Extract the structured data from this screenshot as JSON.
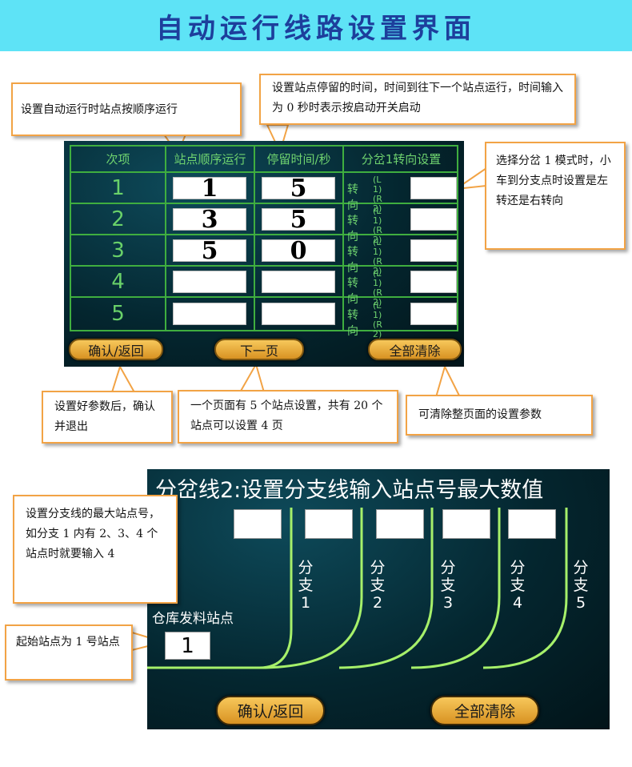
{
  "header": {
    "title": "自动运行线路设置界面"
  },
  "callouts": {
    "auto_run": "设置自动运行时站点按顺序运行",
    "dwell": "设置站点停留的时间，时间到往下一个站点运行，时间输入为 0 秒时表示按启动开关启动",
    "branch_mode": "选择分岔 1 模式时，小车到分支点时设置是左转还是右转向",
    "confirm": "设置好参数后，确认并退出",
    "next_page": "一个页面有 5 个站点设置，共有 20 个站点可以设置 4 页",
    "clear_all": "可清除整页面的设置参数",
    "branch_max": "设置分支线的最大站点号，如分支 1 内有 2、3、4 个站点时就要输入 4",
    "start_station": "起始站点为 1 号站点"
  },
  "screen1": {
    "columns": [
      "次项",
      "站点顺序运行",
      "停留时间/秒",
      "分岔1转向设置"
    ],
    "turn_label": "转向",
    "turn_options": [
      "(L 1)",
      "(R 2)"
    ],
    "rows": [
      {
        "num": "1",
        "station": "1",
        "dwell": "5",
        "turn": ""
      },
      {
        "num": "2",
        "station": "3",
        "dwell": "5",
        "turn": ""
      },
      {
        "num": "3",
        "station": "5",
        "dwell": "0",
        "turn": ""
      },
      {
        "num": "4",
        "station": "",
        "dwell": "",
        "turn": ""
      },
      {
        "num": "5",
        "station": "",
        "dwell": "",
        "turn": ""
      }
    ],
    "buttons": {
      "confirm": "确认/返回",
      "next": "下一页",
      "clear": "全部清除"
    }
  },
  "screen2": {
    "title": "分岔线2:设置分支线输入站点号最大数值",
    "branch_inputs": [
      "",
      "",
      "",
      "",
      ""
    ],
    "branches": [
      {
        "c1": "分",
        "c2": "支",
        "num": "1"
      },
      {
        "c1": "分",
        "c2": "支",
        "num": "2"
      },
      {
        "c1": "分",
        "c2": "支",
        "num": "3"
      },
      {
        "c1": "分",
        "c2": "支",
        "num": "4"
      },
      {
        "c1": "分",
        "c2": "支",
        "num": "5"
      }
    ],
    "warehouse_label": "仓库发料站点",
    "start_value": "1",
    "buttons": {
      "confirm": "确认/返回",
      "clear": "全部清除"
    }
  },
  "colors": {
    "header_bg": "#5ee3f6",
    "header_text": "#1d3f9c",
    "callout_border": "#f2a345",
    "screen_bg": "#04262f",
    "grid_green": "#3fae3f",
    "button_gold": "#f0b43f"
  }
}
